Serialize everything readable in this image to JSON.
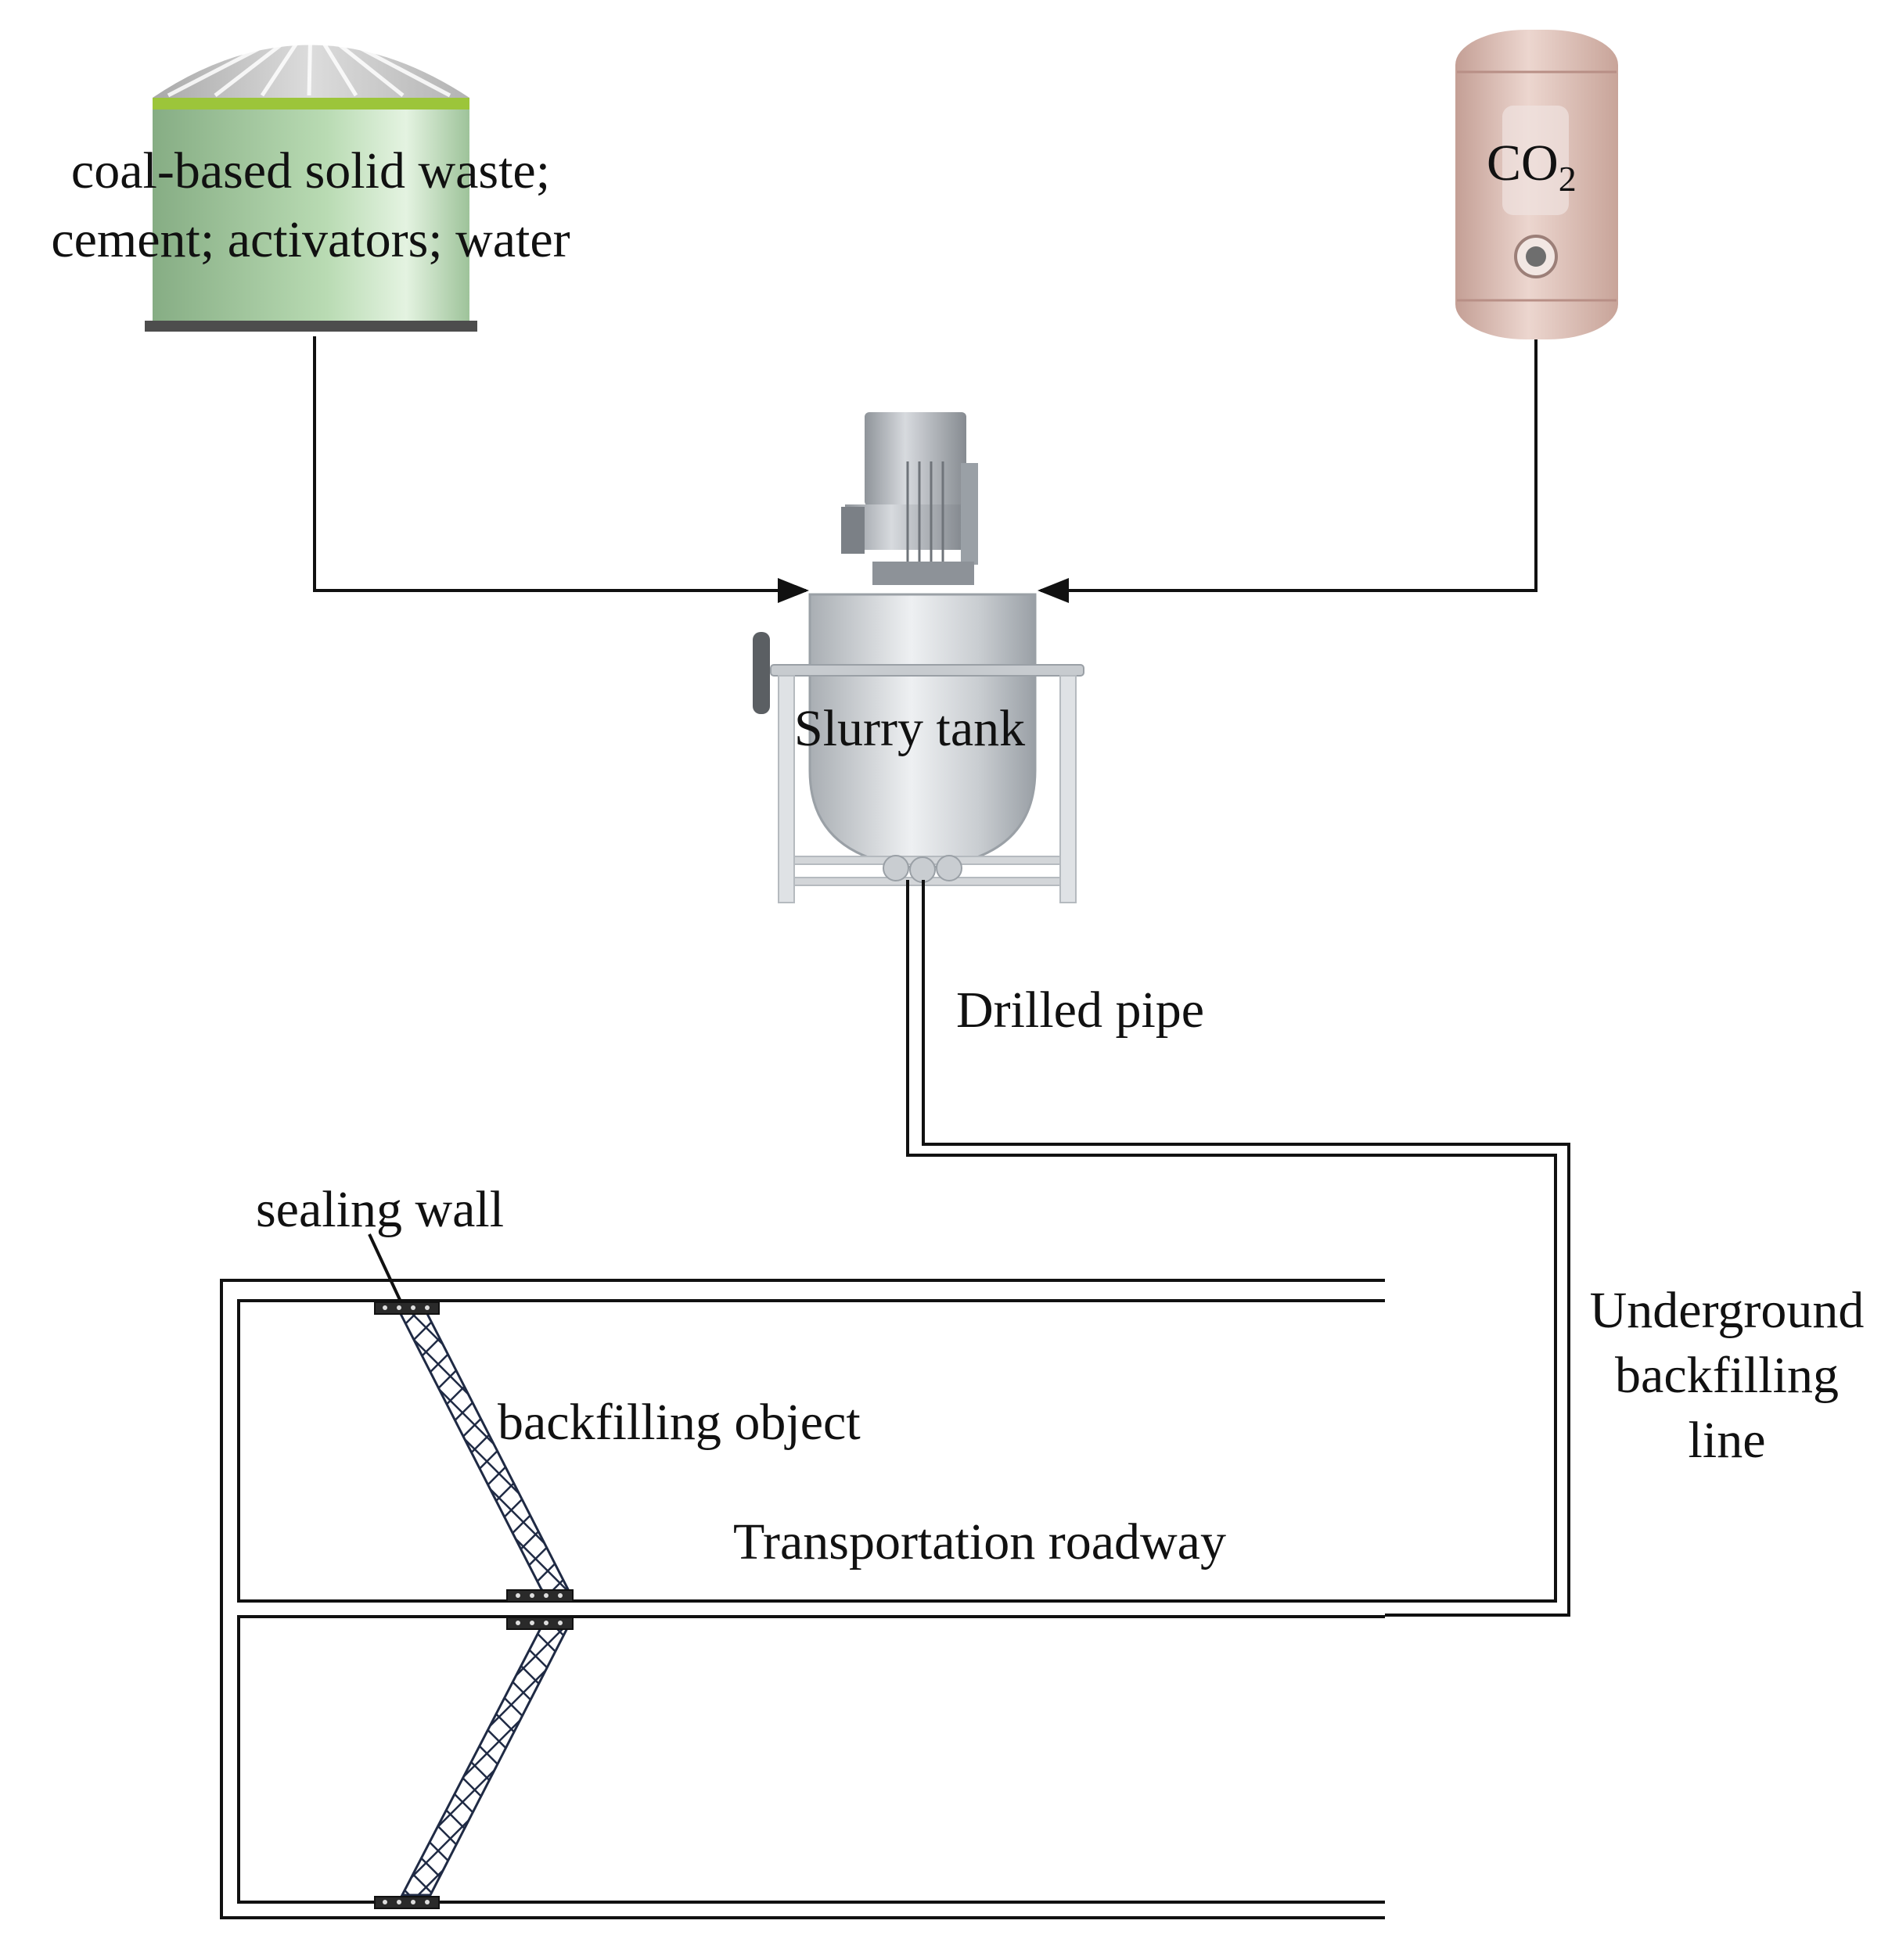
{
  "labels": {
    "silo_line1": "coal-based solid waste;",
    "silo_line2": "cement;  activators; water",
    "co2_main": "CO",
    "co2_sub": "2",
    "slurry_tank": "Slurry tank",
    "drilled_pipe": "Drilled pipe",
    "sealing_wall": "sealing wall",
    "backfilling_object": "backfilling object",
    "transportation_roadway": "Transportation roadway",
    "underground_line1": "Underground",
    "underground_line2": "backfilling",
    "underground_line3": "line"
  },
  "colors": {
    "silo_body": "#a9cfa3",
    "silo_band": "#9cc53a",
    "silo_roof": "#c9c9c9",
    "co2_tank": "#d8b7ae",
    "slurry_tank": "#d6dadd",
    "lines": "#111111",
    "hatch_fill": "#1f2a44"
  }
}
